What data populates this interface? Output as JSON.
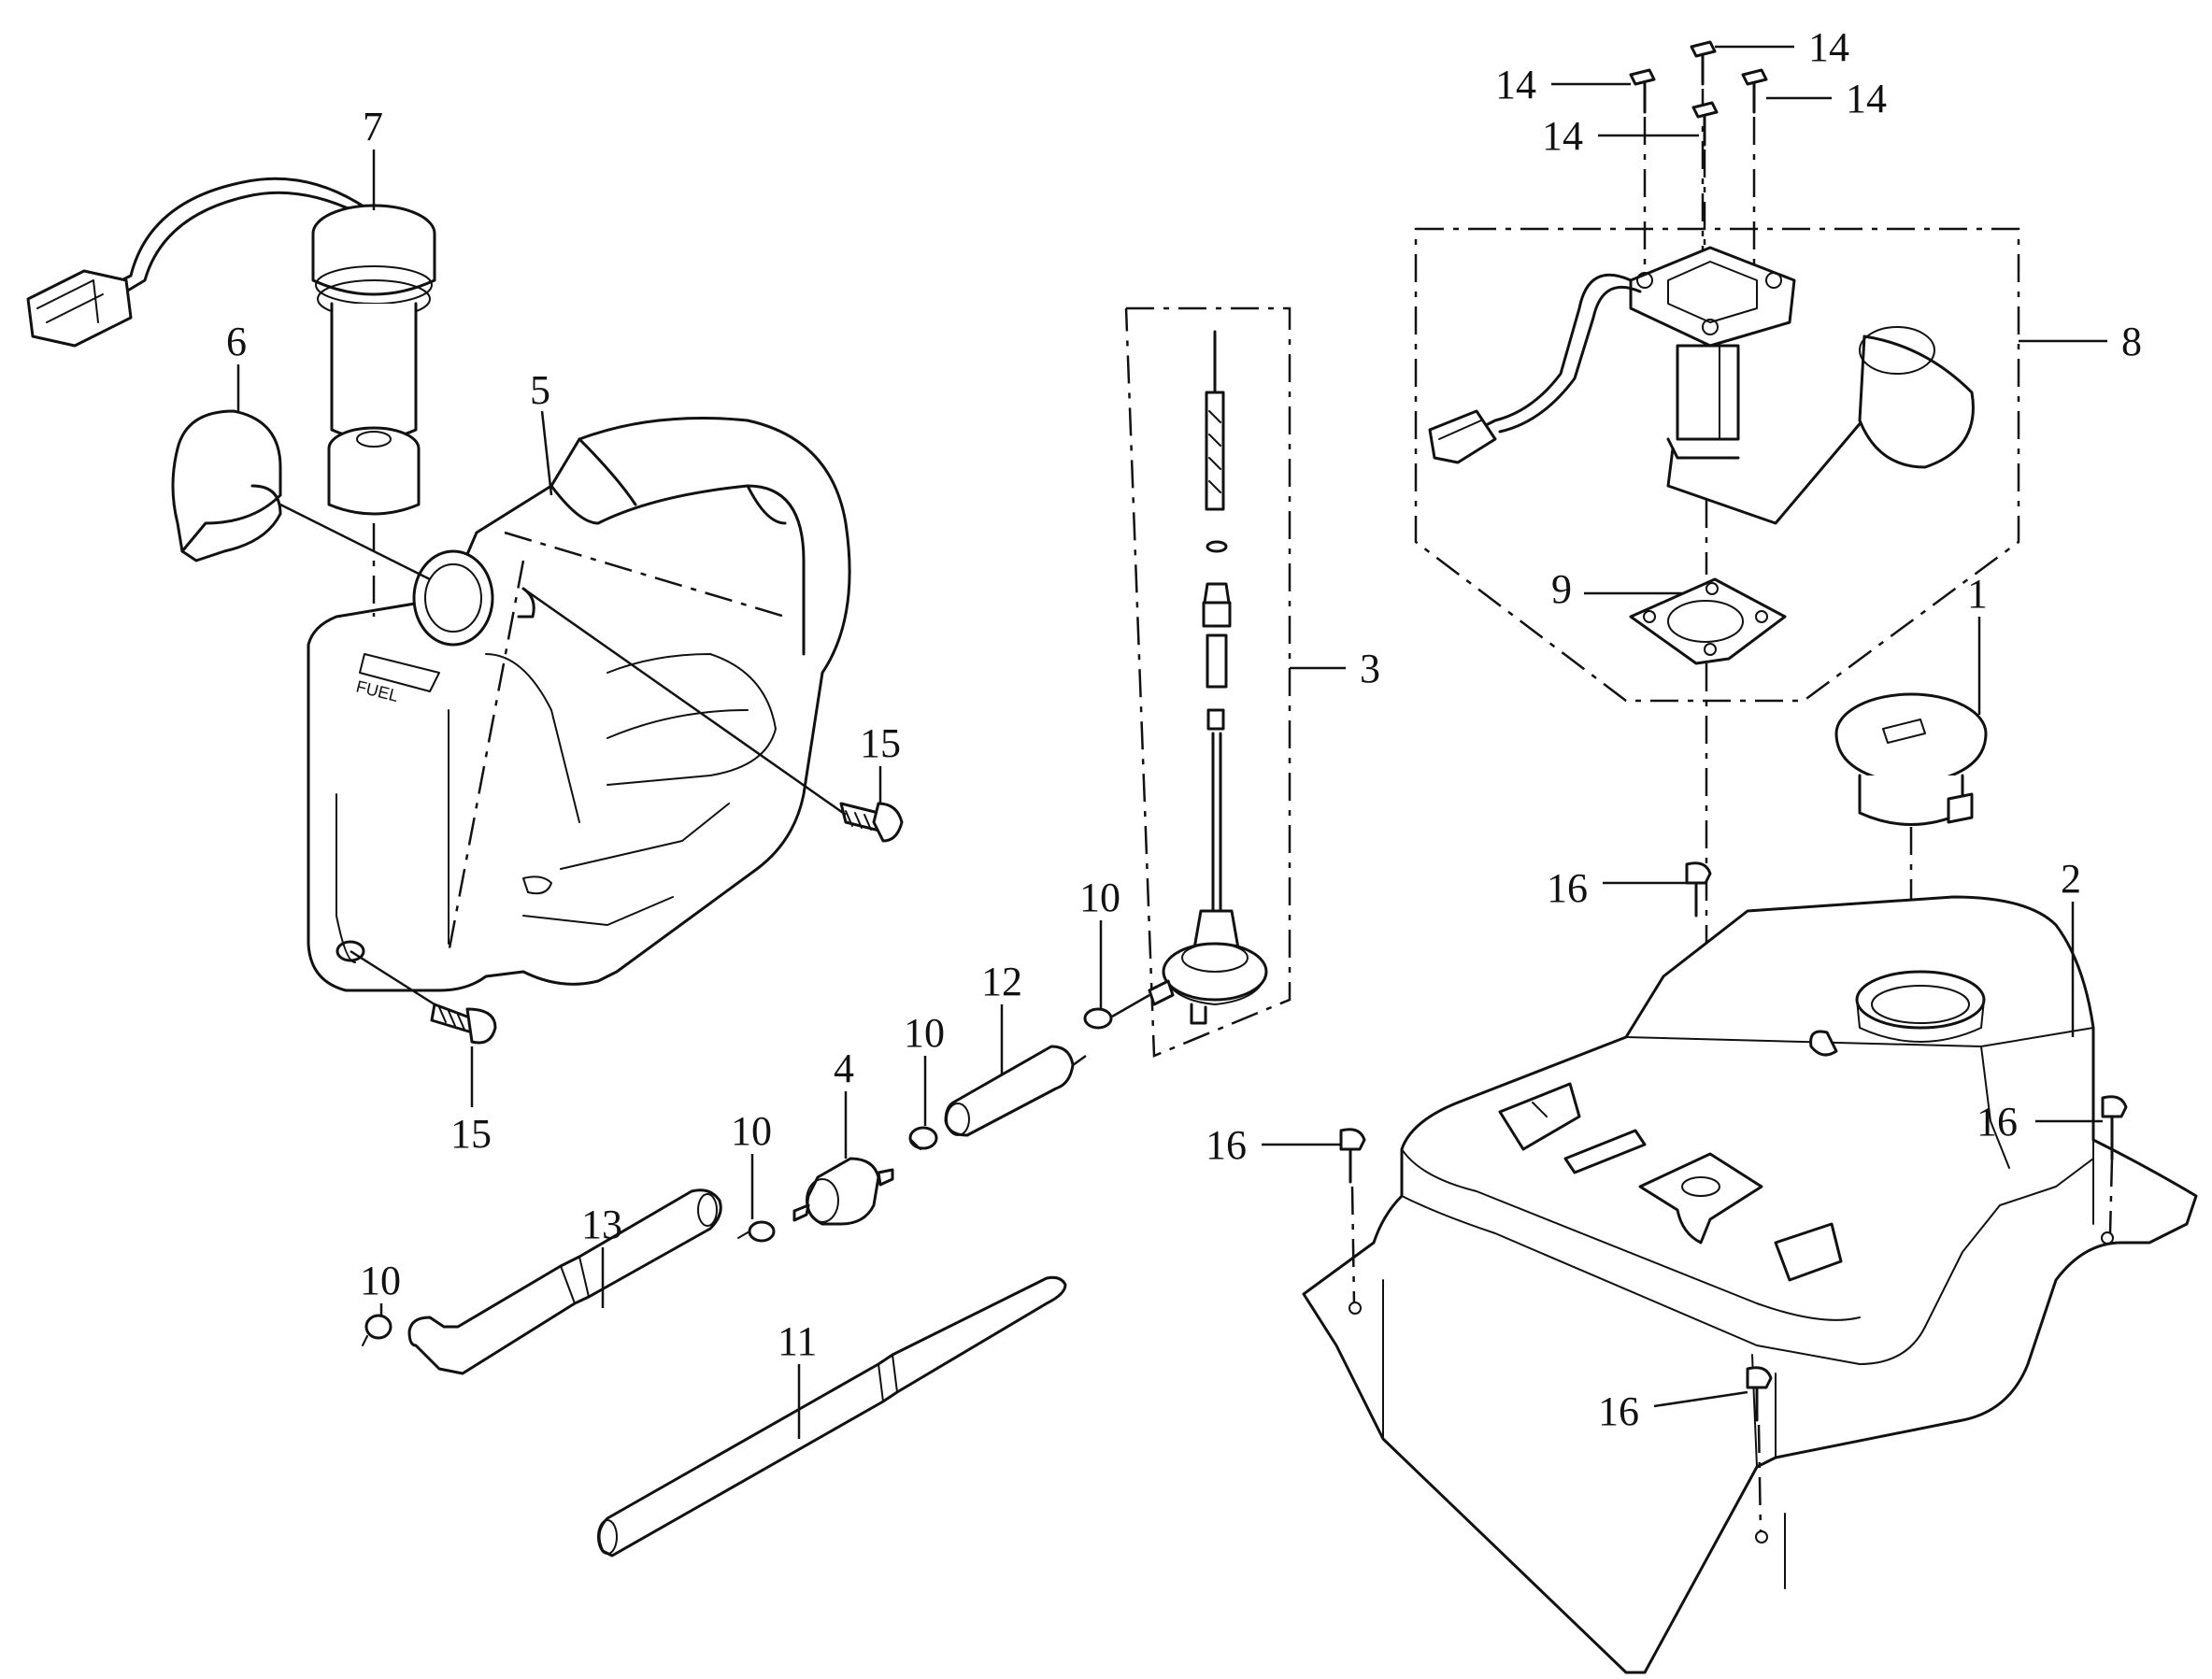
{
  "callouts": [
    {
      "id": "c7",
      "label": "7"
    },
    {
      "id": "c6",
      "label": "6"
    },
    {
      "id": "c5",
      "label": "5"
    },
    {
      "id": "c15a",
      "label": "15"
    },
    {
      "id": "c15b",
      "label": "15"
    },
    {
      "id": "c3",
      "label": "3"
    },
    {
      "id": "c10a",
      "label": "10"
    },
    {
      "id": "c12",
      "label": "12"
    },
    {
      "id": "c10b",
      "label": "10"
    },
    {
      "id": "c4",
      "label": "4"
    },
    {
      "id": "c10c",
      "label": "10"
    },
    {
      "id": "c13",
      "label": "13"
    },
    {
      "id": "c10d",
      "label": "10"
    },
    {
      "id": "c11",
      "label": "11"
    },
    {
      "id": "c14a",
      "label": "14"
    },
    {
      "id": "c14b",
      "label": "14"
    },
    {
      "id": "c14c",
      "label": "14"
    },
    {
      "id": "c14d",
      "label": "14"
    },
    {
      "id": "c8",
      "label": "8"
    },
    {
      "id": "c9",
      "label": "9"
    },
    {
      "id": "c1",
      "label": "1"
    },
    {
      "id": "c16a",
      "label": "16"
    },
    {
      "id": "c2",
      "label": "2"
    },
    {
      "id": "c16b",
      "label": "16"
    },
    {
      "id": "c16c",
      "label": "16"
    },
    {
      "id": "c16d",
      "label": "16"
    }
  ],
  "tank_marking": "FUEL"
}
